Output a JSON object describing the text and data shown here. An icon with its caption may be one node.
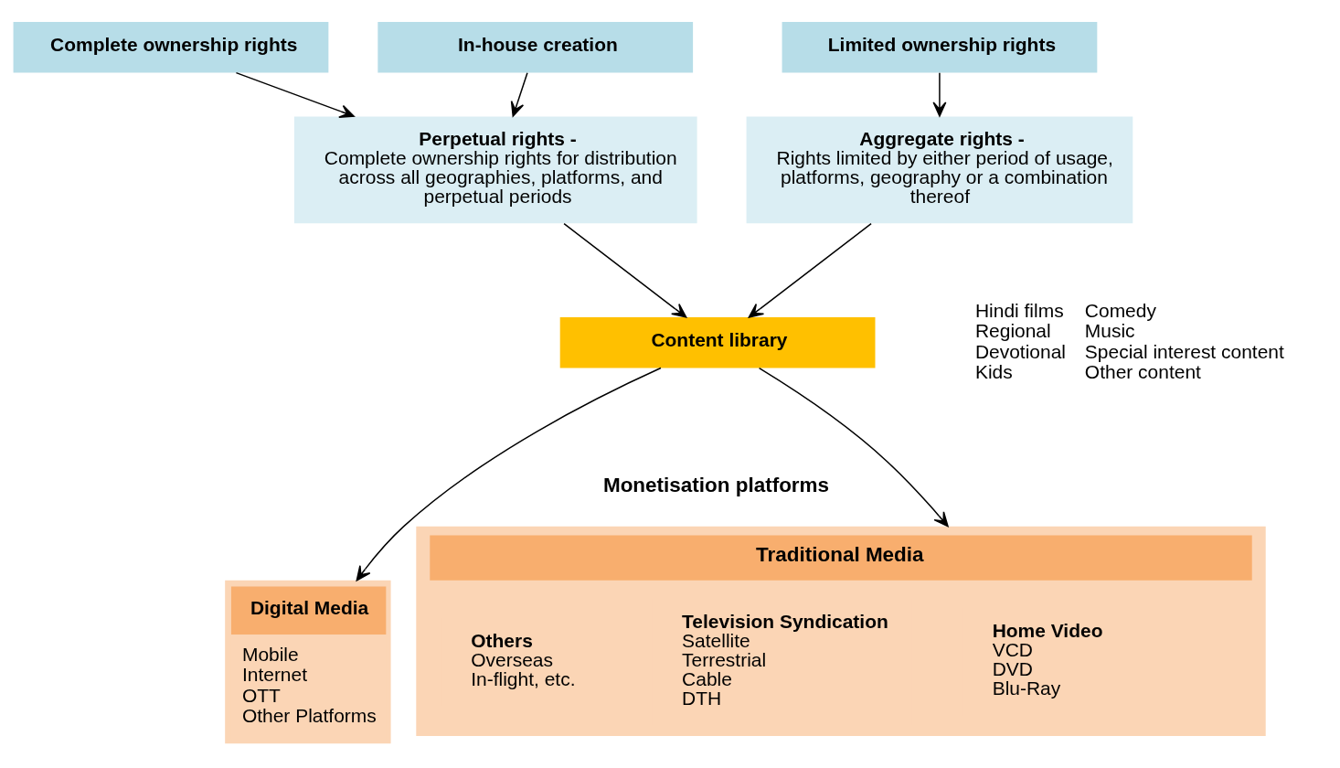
{
  "diagram": {
    "nodes": [
      {
        "text": [
          "Complete ownership rights"
        ]
      },
      {
        "text": [
          "In-house creation"
        ]
      },
      {
        "text": [
          "Limited ownership rights"
        ]
      },
      {
        "text": [
          "Perpetual rights -",
          "Complete ownership rights for distribution across all geographies, platforms, and perpetual periods"
        ]
      },
      {
        "text": [
          "Aggregate rights -",
          "Rights limited by either period of usage, platforms, geography or a combination thereof"
        ]
      },
      {
        "text": [
          "Content library"
        ],
        "beside": [
          "Hindi films",
          "Regional",
          "Devotional",
          "Kids",
          "Comedy",
          "Music",
          "Special interest content",
          "Other content"
        ]
      },
      {
        "text": [
          "Digital Media",
          "Mobile",
          "Internet",
          "OTT",
          "Other Platforms"
        ]
      },
      {
        "text": [
          "Traditional Media"
        ]
      },
      {
        "text": [
          "Television Syndication",
          "Satellite",
          "Terrestrial",
          "Cable",
          "DTH"
        ],
        "in": 7
      },
      {
        "text": [
          "Home Video",
          "VCD",
          "DVD",
          "Blu-Ray"
        ],
        "in": 7
      },
      {
        "text": [
          "Others",
          "Overseas",
          "In-flight, etc."
        ],
        "in": 7
      }
    ],
    "edges": [
      {
        "from": 0,
        "to": 3,
        "arrow": "to"
      },
      {
        "from": 1,
        "to": 3,
        "arrow": "to"
      },
      {
        "from": 2,
        "to": 4,
        "arrow": "to"
      },
      {
        "from": 3,
        "to": 5,
        "arrow": "to"
      },
      {
        "from": 4,
        "to": 5,
        "arrow": "to"
      },
      {
        "from": 5,
        "to": 6,
        "arrow": "to"
      },
      {
        "from": 5,
        "to": 7,
        "arrow": "to"
      }
    ],
    "labels": [
      "Monetisation platforms"
    ]
  }
}
